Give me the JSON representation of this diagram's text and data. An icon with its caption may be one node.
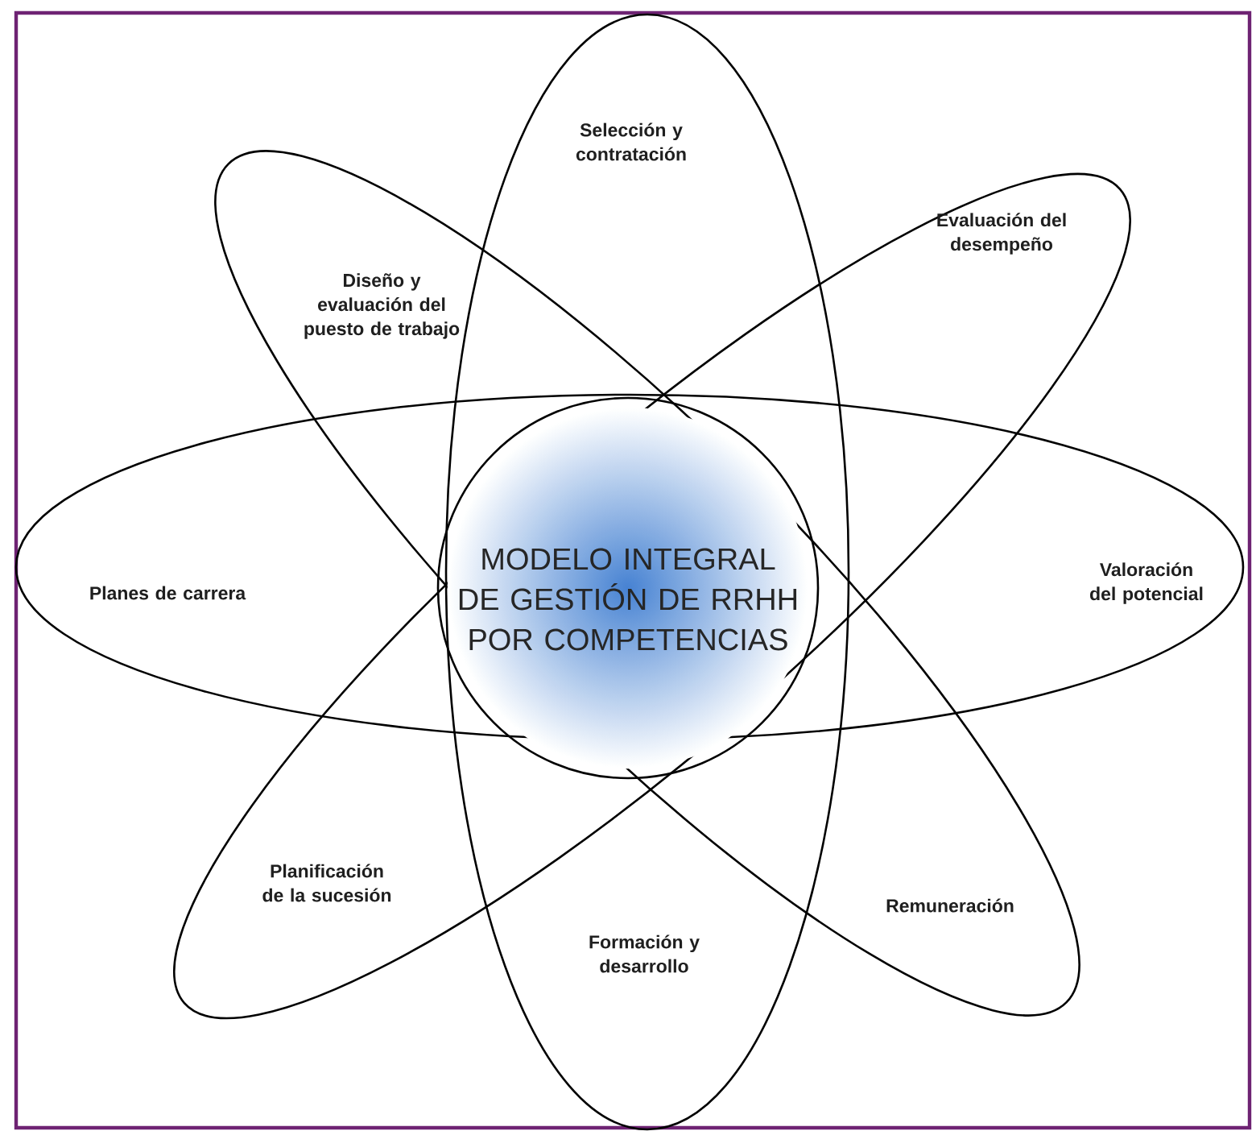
{
  "diagram": {
    "nodes": [
      {
        "text": [
          "Selección y contratación",
          "Formación y desarrollo"
        ]
      },
      {
        "text": [
          "Diseño y evaluación del puesto de trabajo",
          "Remuneración"
        ]
      },
      {
        "text": [
          "Evaluación del desempeño",
          "Planificación de la sucesión"
        ]
      },
      {
        "text": [
          "Planes de carrera",
          "Valoración del potencial"
        ]
      },
      {
        "text": [
          "MODELO INTEGRAL DE GESTIÓN DE RRHH POR COMPETENCIAS"
        ]
      }
    ]
  }
}
